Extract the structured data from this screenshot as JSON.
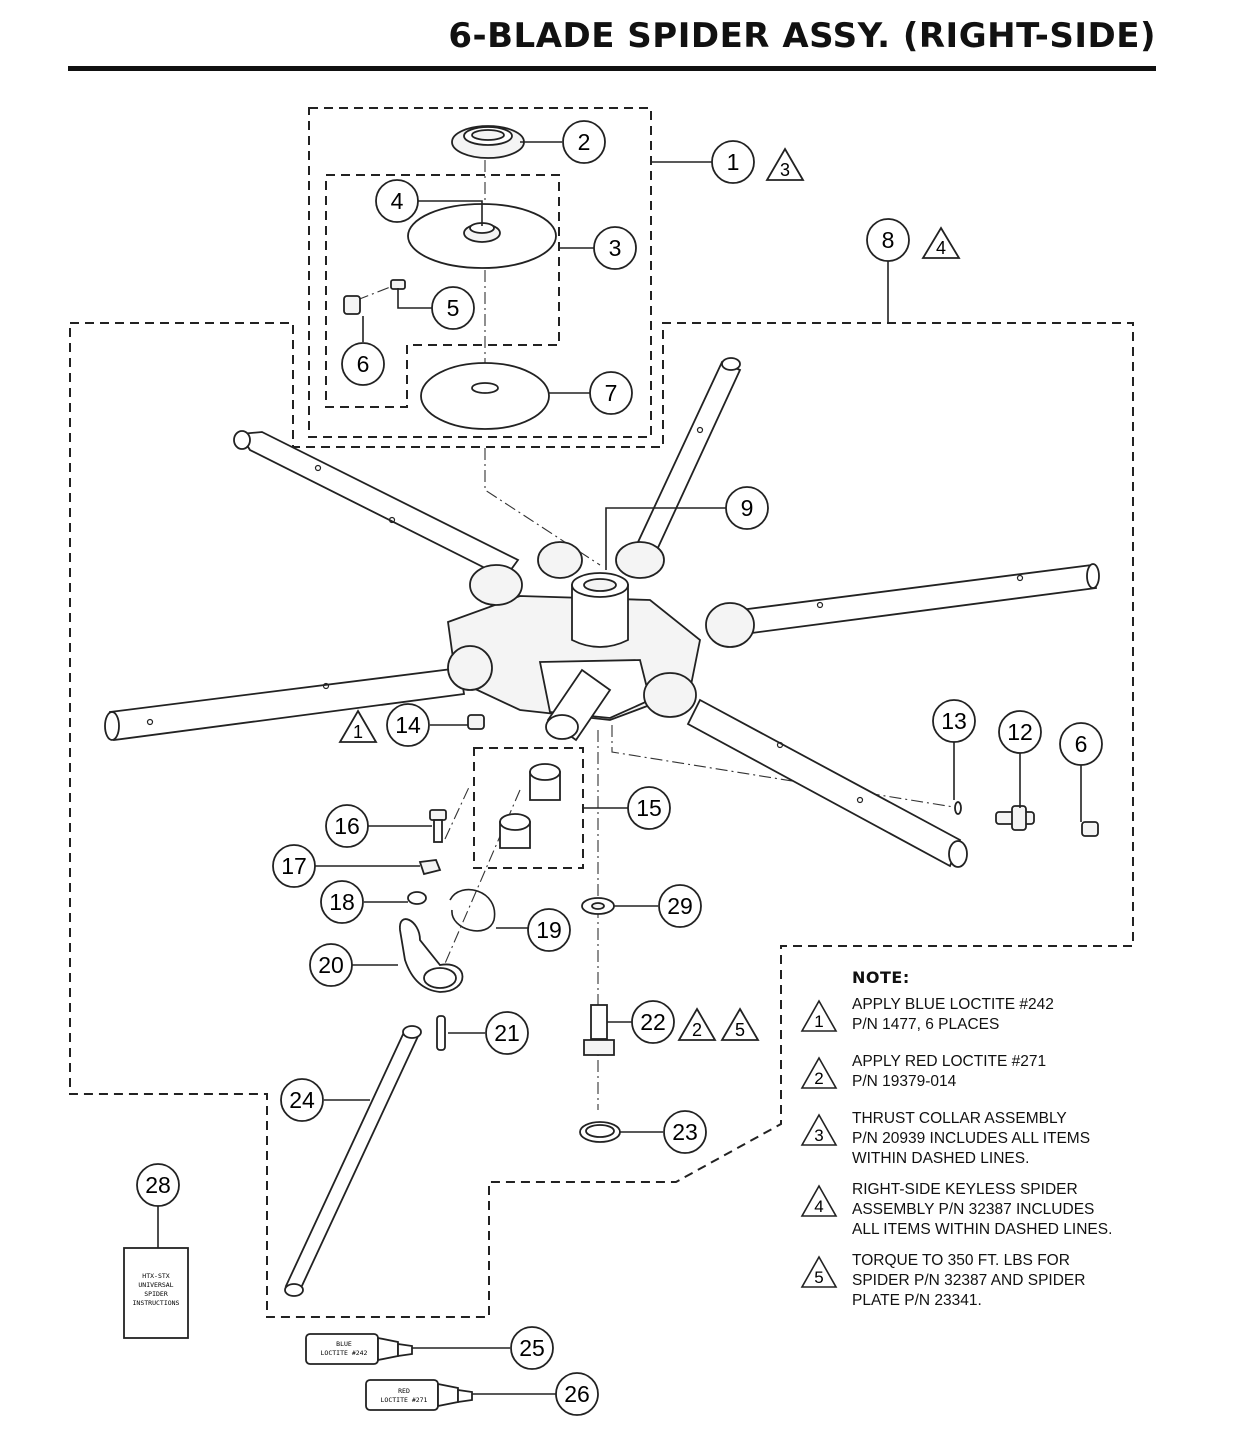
{
  "title": "6-BLADE SPIDER ASSY. (RIGHT-SIDE)",
  "callouts": [
    "1",
    "2",
    "3",
    "4",
    "5",
    "6",
    "7",
    "8",
    "9",
    "12",
    "13",
    "14",
    "15",
    "16",
    "17",
    "18",
    "19",
    "20",
    "21",
    "22",
    "23",
    "24",
    "25",
    "26",
    "28",
    "29",
    "6"
  ],
  "flags": {
    "f1": "3",
    "f8": "4",
    "f14": "1",
    "f22a": "2",
    "f22b": "5"
  },
  "labels": {
    "instructions": [
      "HTX-STX",
      "UNIVERSAL",
      "SPIDER",
      "INSTRUCTIONS"
    ],
    "blue_tube": [
      "BLUE",
      "LOCTITE #242"
    ],
    "red_tube": [
      "RED",
      "LOCTITE #271"
    ]
  },
  "notes": {
    "heading": "NOTE:",
    "items": [
      {
        "num": "1",
        "text": "APPLY BLUE LOCTITE #242\nP/N 1477, 6 PLACES"
      },
      {
        "num": "2",
        "text": "APPLY RED LOCTITE #271\nP/N 19379-014"
      },
      {
        "num": "3",
        "text": "THRUST COLLAR ASSEMBLY\nP/N 20939 INCLUDES ALL ITEMS\nWITHIN DASHED LINES."
      },
      {
        "num": "4",
        "text": "RIGHT-SIDE KEYLESS SPIDER\nASSEMBLY P/N 32387 INCLUDES\nALL ITEMS WITHIN DASHED LINES."
      },
      {
        "num": "5",
        "text": "TORQUE TO 350 FT. LBS FOR\nSPIDER P/N 32387 AND SPIDER\nPLATE P/N 23341."
      }
    ]
  }
}
